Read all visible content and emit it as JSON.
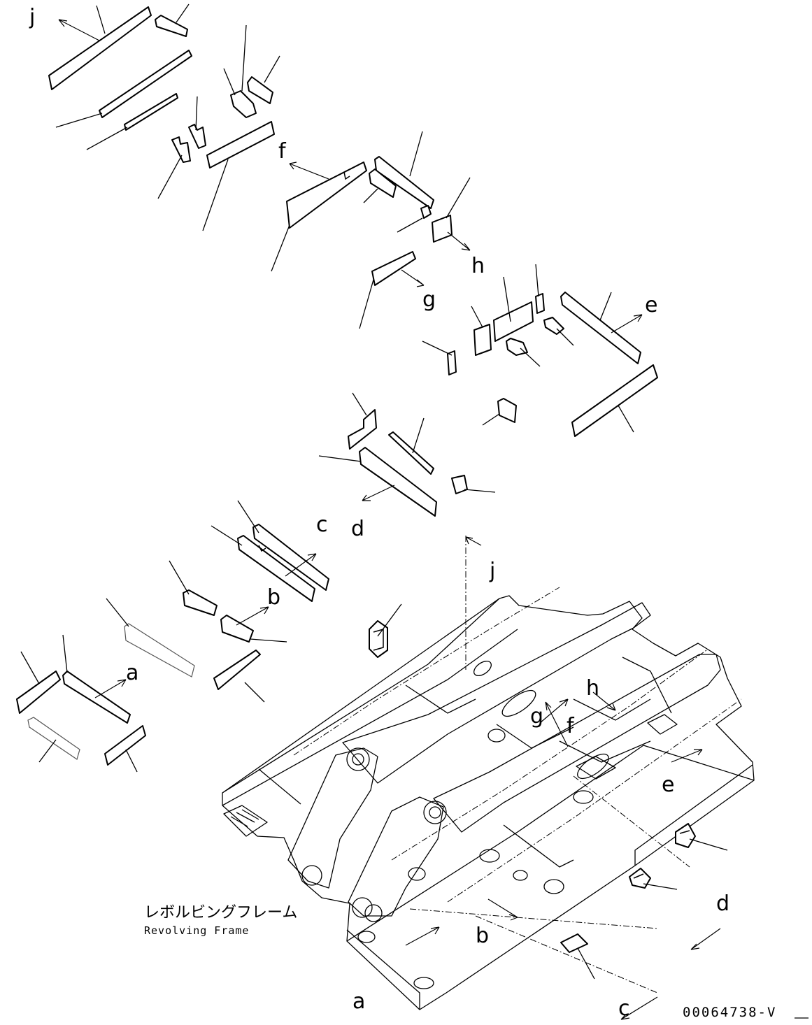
{
  "labels": {
    "a": "a",
    "b": "b",
    "c": "c",
    "d": "d",
    "e": "e",
    "f": "f",
    "g": "g",
    "h": "h",
    "j": "j"
  },
  "frame_title": {
    "japanese": "レボルビングフレーム",
    "english": "Revolving Frame"
  },
  "drawing_number": "00064738-V"
}
